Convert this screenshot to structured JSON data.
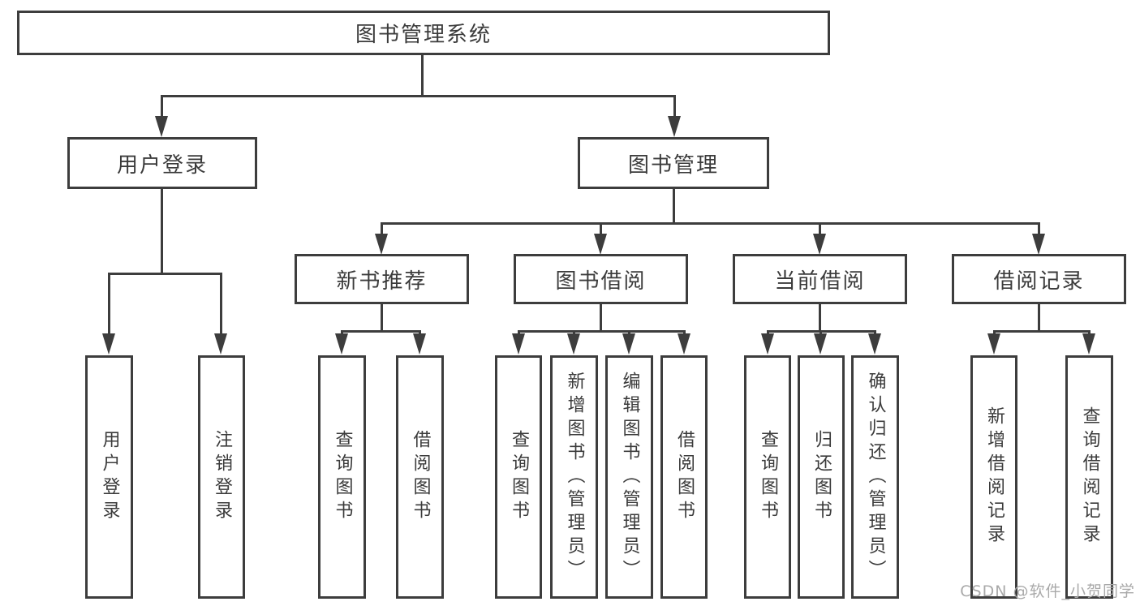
{
  "nodes": {
    "root": "图书管理系统",
    "user_login": "用户登录",
    "book_mgmt": "图书管理",
    "new_book_rec": "新书推荐",
    "book_borrow": "图书借阅",
    "current_borrow": "当前借阅",
    "borrow_records": "借阅记录",
    "leaf_user_login": "用户登录",
    "leaf_logout": "注销登录",
    "leaf_query_book_1": "查询图书",
    "leaf_borrow_book_1": "借阅图书",
    "leaf_query_book_2": "查询图书",
    "leaf_add_book": "新增图书（管理员）",
    "leaf_edit_book": "编辑图书（管理员）",
    "leaf_borrow_book_2": "借阅图书",
    "leaf_query_book_3": "查询图书",
    "leaf_return_book": "归还图书",
    "leaf_confirm_return": "确认归还（管理员）",
    "leaf_add_record": "新增借阅记录",
    "leaf_query_record": "查询借阅记录"
  },
  "watermark": "CSDN @软件_小贺同学",
  "colors": {
    "line": "#3d3d3d",
    "text": "#3b3b3b",
    "watermark": "#a9a9a9",
    "background": "#ffffff"
  }
}
